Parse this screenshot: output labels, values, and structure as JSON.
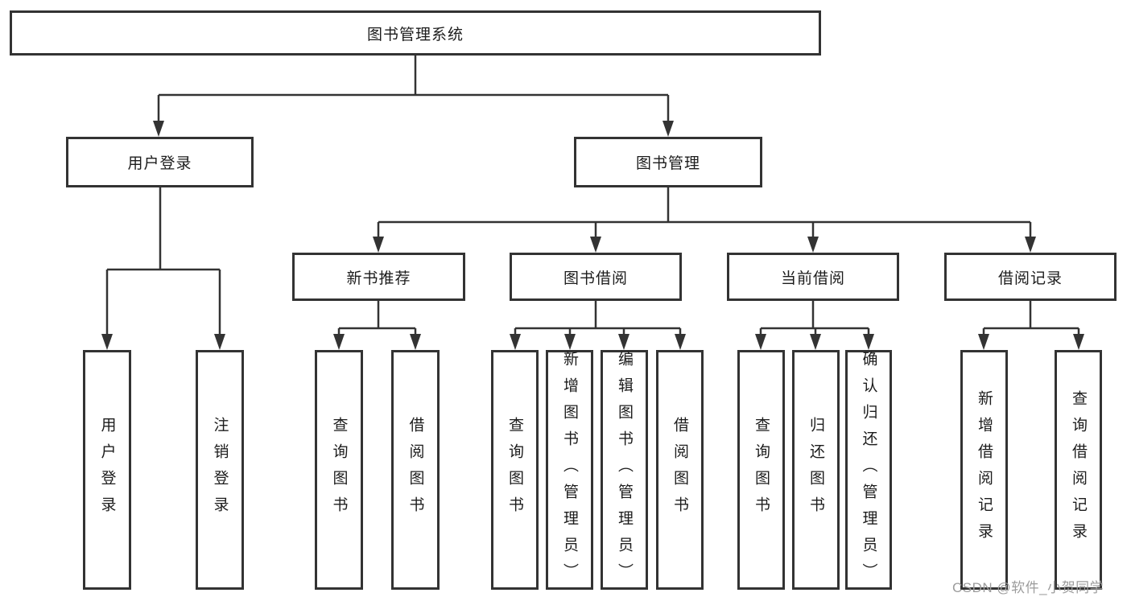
{
  "labels": {
    "root": "图书管理系统",
    "user_login": "用户登录",
    "book_management": "图书管理",
    "new_book_recommendation": "新书推荐",
    "book_borrowing": "图书借阅",
    "current_borrowing": "当前借阅",
    "borrowing_records": "借阅记录",
    "leaf_user_login": "用户登录",
    "leaf_logout": "注销登录",
    "leaf_query_books_recommend": "查询图书",
    "leaf_borrow_books_recommend": "借阅图书",
    "leaf_query_books_borrow": "查询图书",
    "leaf_add_books_admin": "新增图书（管理员）",
    "leaf_edit_books_admin": "编辑图书（管理员）",
    "leaf_borrow_books_borrow": "借阅图书",
    "leaf_query_books_current": "查询图书",
    "leaf_return_books": "归还图书",
    "leaf_confirm_return_admin": "确认归还（管理员）",
    "leaf_add_borrow_record": "新增借阅记录",
    "leaf_query_borrow_record": "查询借阅记录"
  },
  "watermark": "CSDN @软件_小贺同学",
  "structure": {
    "root": "图书管理系统",
    "children": [
      {
        "label": "用户登录",
        "children": [
          "用户登录",
          "注销登录"
        ]
      },
      {
        "label": "图书管理",
        "children": [
          {
            "label": "新书推荐",
            "children": [
              "查询图书",
              "借阅图书"
            ]
          },
          {
            "label": "图书借阅",
            "children": [
              "查询图书",
              "新增图书（管理员）",
              "编辑图书（管理员）",
              "借阅图书"
            ]
          },
          {
            "label": "当前借阅",
            "children": [
              "查询图书",
              "归还图书",
              "确认归还（管理员）"
            ]
          },
          {
            "label": "借阅记录",
            "children": [
              "新增借阅记录",
              "查询借阅记录"
            ]
          }
        ]
      }
    ]
  },
  "colors": {
    "background": "#ffffff",
    "line": "#333333",
    "box_border": "#333333",
    "text": "#1c1c1c",
    "watermark": "#9c9c9c"
  }
}
